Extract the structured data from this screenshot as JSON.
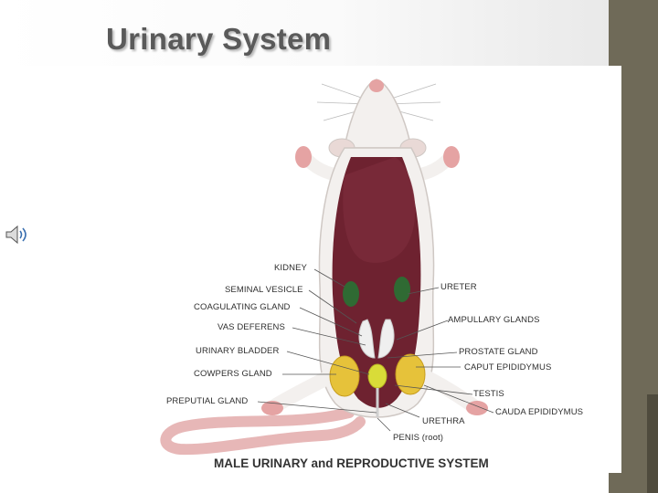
{
  "slide": {
    "title": "Urinary System"
  },
  "figure": {
    "caption": "MALE URINARY and REPRODUCTIVE SYSTEM",
    "labels_left": [
      {
        "id": "kidney",
        "text": "KIDNEY"
      },
      {
        "id": "seminal_vesicle",
        "text": "SEMINAL VESICLE"
      },
      {
        "id": "coagulating_gland",
        "text": "COAGULATING GLAND"
      },
      {
        "id": "vas_deferens",
        "text": "VAS DEFERENS"
      },
      {
        "id": "urinary_bladder",
        "text": "URINARY BLADDER"
      },
      {
        "id": "cowpers_gland",
        "text": "COWPERS GLAND"
      },
      {
        "id": "preputial_gland",
        "text": "PREPUTIAL GLAND"
      }
    ],
    "labels_right": [
      {
        "id": "ureter",
        "text": "URETER"
      },
      {
        "id": "ampullary_glands",
        "text": "AMPULLARY GLANDS"
      },
      {
        "id": "prostate_gland",
        "text": "PROSTATE GLAND"
      },
      {
        "id": "caput_epididymus",
        "text": "CAPUT EPIDIDYMUS"
      },
      {
        "id": "testis",
        "text": "TESTIS"
      },
      {
        "id": "cauda_epididymus",
        "text": "CAUDA EPIDIDYMUS"
      },
      {
        "id": "urethra",
        "text": "URETHRA"
      },
      {
        "id": "penis_root",
        "text": "PENIS (root)"
      }
    ],
    "colors": {
      "body_fur": "#f3f0ee",
      "body_shadow": "#cfc8c4",
      "cavity": "#6e2230",
      "liver": "#7a2a3a",
      "kidney": "#2f6a33",
      "gland_yellow": "#e6c23a",
      "bladder": "#d9dc38",
      "tail": "#e7b7b7",
      "paws": "#e5a3a3"
    }
  },
  "audio": {
    "icon": "speaker-icon"
  }
}
